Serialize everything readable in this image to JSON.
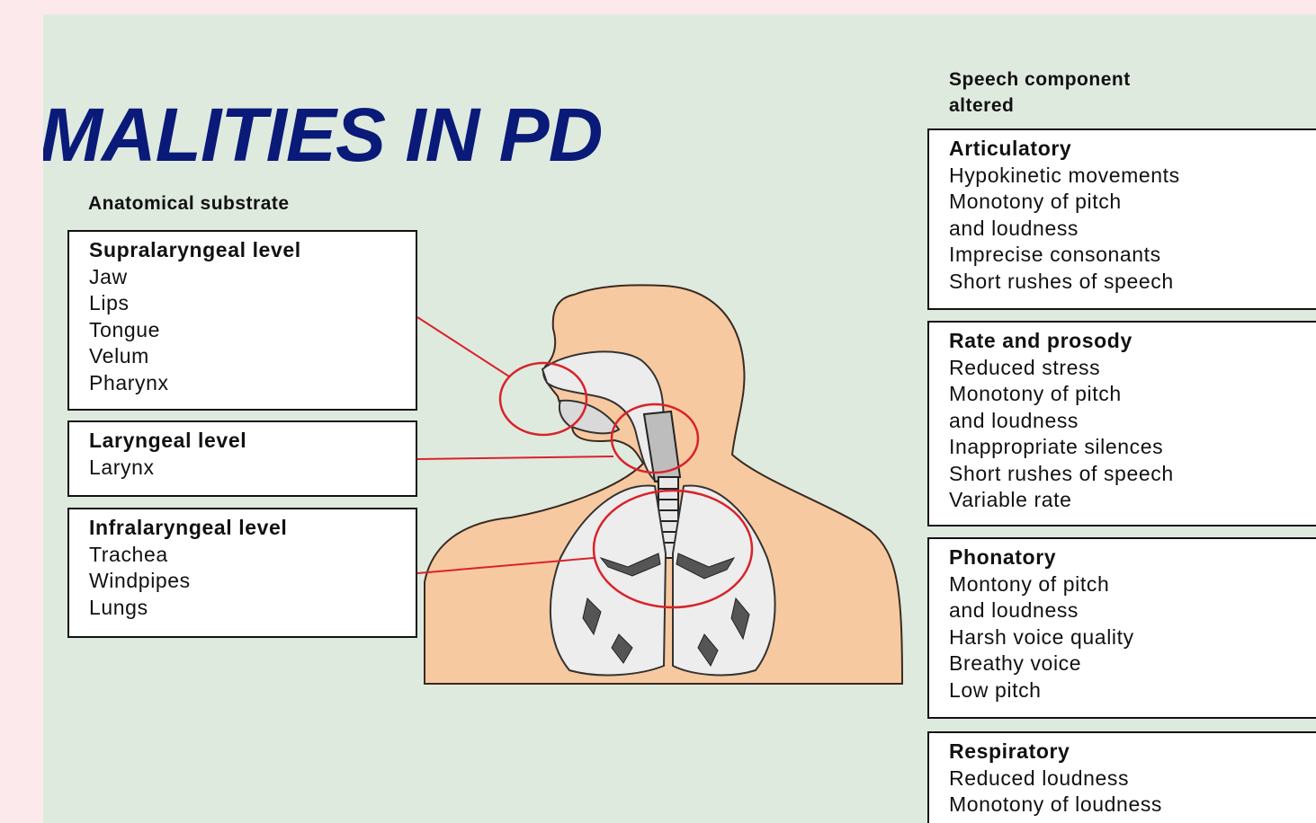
{
  "title": "ORMALITIES IN PD",
  "left_header": "Anatomical substrate",
  "right_header_lines": [
    "Speech component",
    "altered"
  ],
  "anatomical_levels": [
    {
      "label": "Supralaryngeal level",
      "items": [
        "Jaw",
        "Lips",
        "Tongue",
        "Velum",
        "Pharynx"
      ]
    },
    {
      "label": "Laryngeal level",
      "items": [
        "Larynx"
      ]
    },
    {
      "label": "Infralaryngeal level",
      "items": [
        "Trachea",
        "Windpipes",
        "Lungs"
      ]
    }
  ],
  "speech_components": [
    {
      "label": "Articulatory",
      "items": [
        "Hypokinetic movements",
        "Monotony of pitch",
        "and loudness",
        "Imprecise consonants",
        "Short rushes of speech"
      ]
    },
    {
      "label": "Rate and prosody",
      "items": [
        "Reduced stress",
        "Monotony of pitch",
        "and loudness",
        "Inappropriate silences",
        "Short rushes of speech",
        "Variable rate"
      ]
    },
    {
      "label": "Phonatory",
      "items": [
        "Montony of pitch",
        "and loudness",
        "Harsh voice quality",
        "Breathy voice",
        "Low pitch"
      ]
    },
    {
      "label": "Respiratory",
      "items": [
        "Reduced loudness",
        "Monotony of loudness"
      ]
    }
  ],
  "colors": {
    "title": "#0a1a78",
    "panel": "#dfeadf",
    "border_bg": "#fbe9ec",
    "skin": "#f7c9a0",
    "callout": "#d8232a"
  }
}
